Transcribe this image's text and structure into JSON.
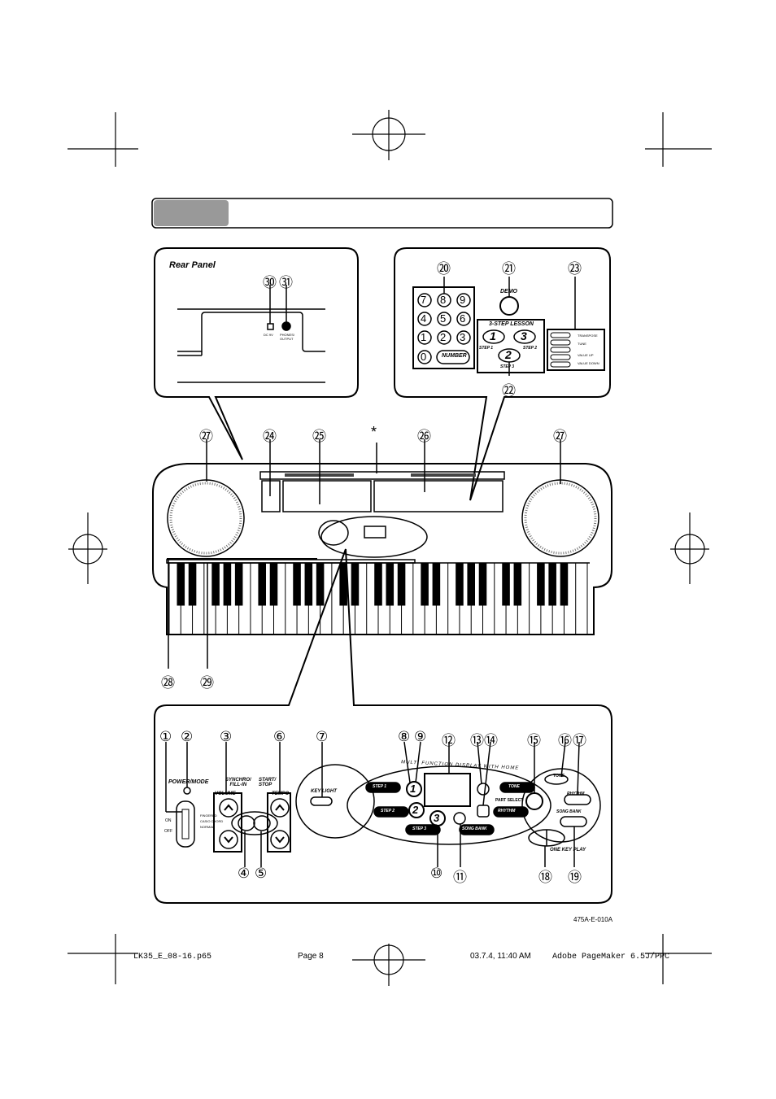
{
  "rear_panel": {
    "title": "Rear Panel",
    "callouts": [
      "㉚",
      "㉛"
    ],
    "jack_labels": [
      "DC 9V",
      "PHONES/\nOUTPUT"
    ]
  },
  "top_right_inset": {
    "callouts": [
      "⑳",
      "㉑",
      "㉓",
      "㉒"
    ],
    "number_keys": [
      "7",
      "8",
      "9",
      "4",
      "5",
      "6",
      "1",
      "2",
      "3",
      "0"
    ],
    "number_button": "NUMBER",
    "demo_label": "DEMO",
    "lesson": {
      "title": "3-STEP LESSON",
      "step1": "STEP 1",
      "step2": "STEP 2",
      "step3": "STEP 3",
      "digits": [
        "1",
        "2",
        "3"
      ]
    },
    "side_labels": [
      "TRANSPOSE",
      "TUNE",
      "VALUE UP",
      "VALUE DOWN"
    ]
  },
  "keyboard_callouts": {
    "left_speaker": "㉗",
    "c24": "㉔",
    "c25": "㉕",
    "star": "*",
    "c26": "㉖",
    "right_speaker": "㉗",
    "c28": "㉘",
    "c29": "㉙"
  },
  "bottom_panel": {
    "callouts_top": [
      "①",
      "②",
      "③",
      "⑥",
      "⑦",
      "⑧",
      "⑨",
      "⑫",
      "⑬",
      "⑭",
      "⑮",
      "⑯",
      "⑰"
    ],
    "callouts_bottom": [
      "④",
      "⑤",
      "⑩",
      "⑪",
      "⑱",
      "⑲"
    ],
    "power_mode": "POWER/MODE",
    "switch_positions": [
      "ON",
      "OFF"
    ],
    "mode_options": [
      "FINGERED",
      "CASIO CHORD",
      "NORMAL"
    ],
    "synchro": "SYNCHRO/\nFILL-IN",
    "start_stop": "START/\nSTOP",
    "volume": "VOLUME",
    "tempo": "TEMPO",
    "key_light": "KEY LIGHT",
    "display_banner": "MULTI FUNCTION DISPLAY WITH HOME",
    "step_buttons": [
      "STEP 1",
      "STEP 2",
      "STEP 3"
    ],
    "step_digits": [
      "1",
      "2",
      "3"
    ],
    "tone": "TONE",
    "rhythm": "RHYTHM",
    "song_bank": "SONG BANK",
    "part_select": "PART SELECT",
    "one_key_play": "ONE KEY PLAY"
  },
  "doc_code": "475A-E-010A",
  "footer": {
    "file": "LK35_E_08-16.p65",
    "page": "Page 8",
    "date": "03.7.4, 11:40 AM",
    "app": "Adobe PageMaker 6.5J/PPC"
  }
}
